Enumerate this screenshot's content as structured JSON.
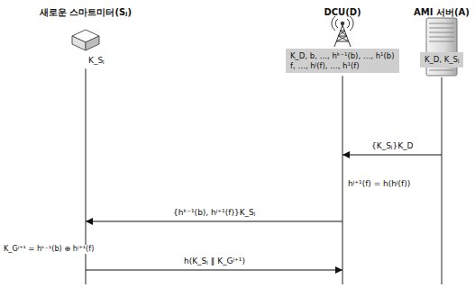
{
  "diagram": {
    "nodes": [
      {
        "text": [
          "새로운 스마트미터(Sⱼ)",
          "K_Sⱼ"
        ]
      },
      {
        "text": [
          "DCU(D)"
        ]
      },
      {
        "text": [
          "K_D, b, …, hᵏ⁻¹(b), …, h¹(b)",
          "f, …, hʲ(f), …, h¹(f)"
        ],
        "in": 1
      },
      {
        "text": [
          "AMI 서버(A)"
        ]
      },
      {
        "text": [
          "K_D, K_Sⱼ"
        ],
        "in": 3
      }
    ],
    "edges": [
      {
        "from": 3,
        "to": 1,
        "arrow": "to",
        "label": "{K_Sⱼ}K_D"
      },
      {
        "from": 1,
        "to": 0,
        "arrow": "to",
        "label": "{hᵏ⁻¹(b), hʲ⁺¹(f)}K_Sⱼ"
      },
      {
        "from": 0,
        "to": 1,
        "arrow": "to",
        "label": "h(K_Sⱼ ‖ K_Gʲ⁺¹)"
      }
    ],
    "labels": [
      "hʲ⁺¹(f) = h(hʲ(f))",
      "K_Gʲ⁺¹ = hᵏ⁻¹(b) ⊕ hʲ⁺¹(f)"
    ]
  }
}
